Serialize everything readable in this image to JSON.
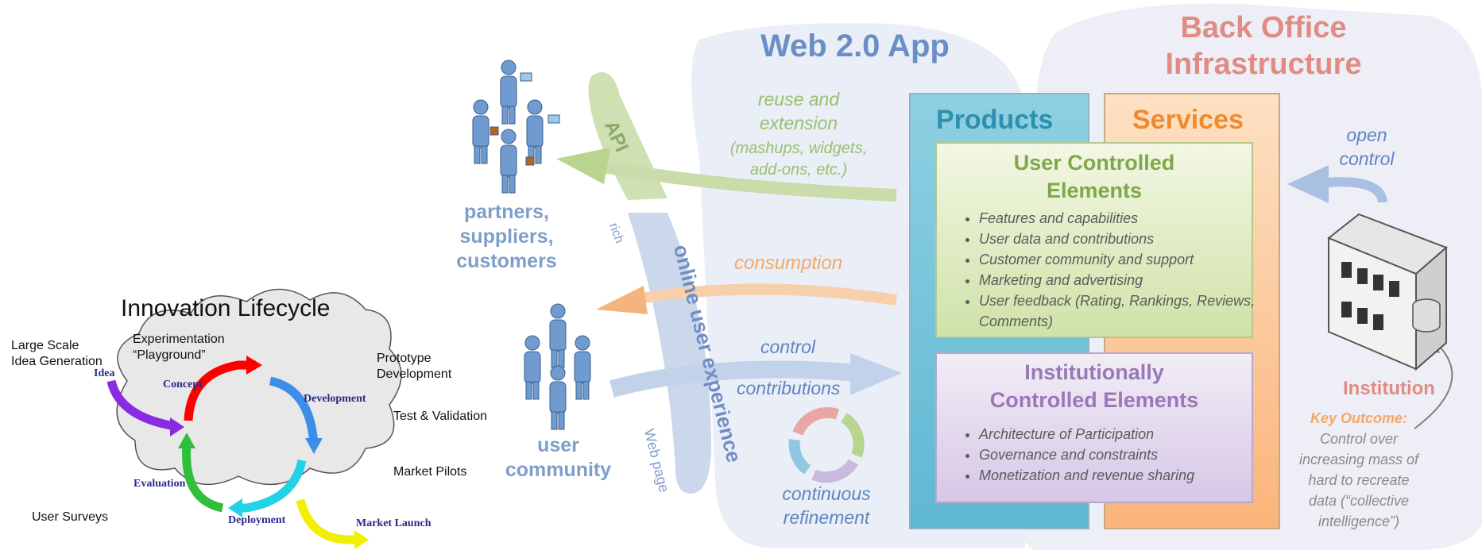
{
  "innovation": {
    "title": "Innovation Lifecycle",
    "notes": {
      "large_scale_1": "Large Scale",
      "large_scale_2": "Idea Generation",
      "experimentation_1": "Experimentation",
      "experimentation_2": "“Playground”",
      "prototype_1": "Prototype",
      "prototype_2": "Development",
      "test": "Test & Validation",
      "pilots": "Market Pilots",
      "surveys": "User Surveys"
    },
    "stages": {
      "idea": "Idea",
      "concept": "Concept",
      "development": "Development",
      "evaluation": "Evaluation",
      "deployment": "Deployment",
      "market_launch": "Market Launch"
    }
  },
  "web20": {
    "title": "Web 2.0 App",
    "back_office_1": "Back Office",
    "back_office_2": "Infrastructure",
    "partners_1": "partners,",
    "partners_2": "suppliers,",
    "partners_3": "customers",
    "user_1": "user",
    "user_2": "community",
    "api": "API",
    "rich": "rich",
    "online_ux": "online user experience",
    "web_page": "Web page",
    "reuse_1": "reuse and",
    "reuse_2": "extension",
    "mashups_1": "(mashups, widgets,",
    "mashups_2": "add-ons, etc.)",
    "consumption": "consumption",
    "control": "control",
    "contributions": "contributions",
    "continuous_1": "continuous",
    "continuous_2": "refinement",
    "products": "Products",
    "services": "Services",
    "user_controlled_1": "User Controlled",
    "user_controlled_2": "Elements",
    "user_items": [
      "Features and capabilities",
      "User data and contributions",
      "Customer community and support",
      "Marketing and advertising",
      "User feedback (Rating, Rankings, Reviews, Comments)"
    ],
    "inst_controlled_1": "Institutionally",
    "inst_controlled_2": "Controlled Elements",
    "inst_items": [
      "Architecture of Participation",
      "Governance and constraints",
      "Monetization and revenue sharing"
    ],
    "open_1": "open",
    "open_2": "control",
    "institution": "Institution",
    "key_outcome": "Key Outcome:",
    "key_1": "Control over",
    "key_2": "increasing mass of",
    "key_3": "hard to recreate",
    "key_4": "data (“collective",
    "key_5": "intelligence”)"
  },
  "colors": {
    "green": "#99c16c",
    "orange": "#f3a968",
    "blue": "#6b8fc4",
    "products_teal": "#3aa6c4",
    "services_orange": "#f5913f",
    "inst_purple": "#9a78b8",
    "back_office_pink": "#e08c84"
  }
}
